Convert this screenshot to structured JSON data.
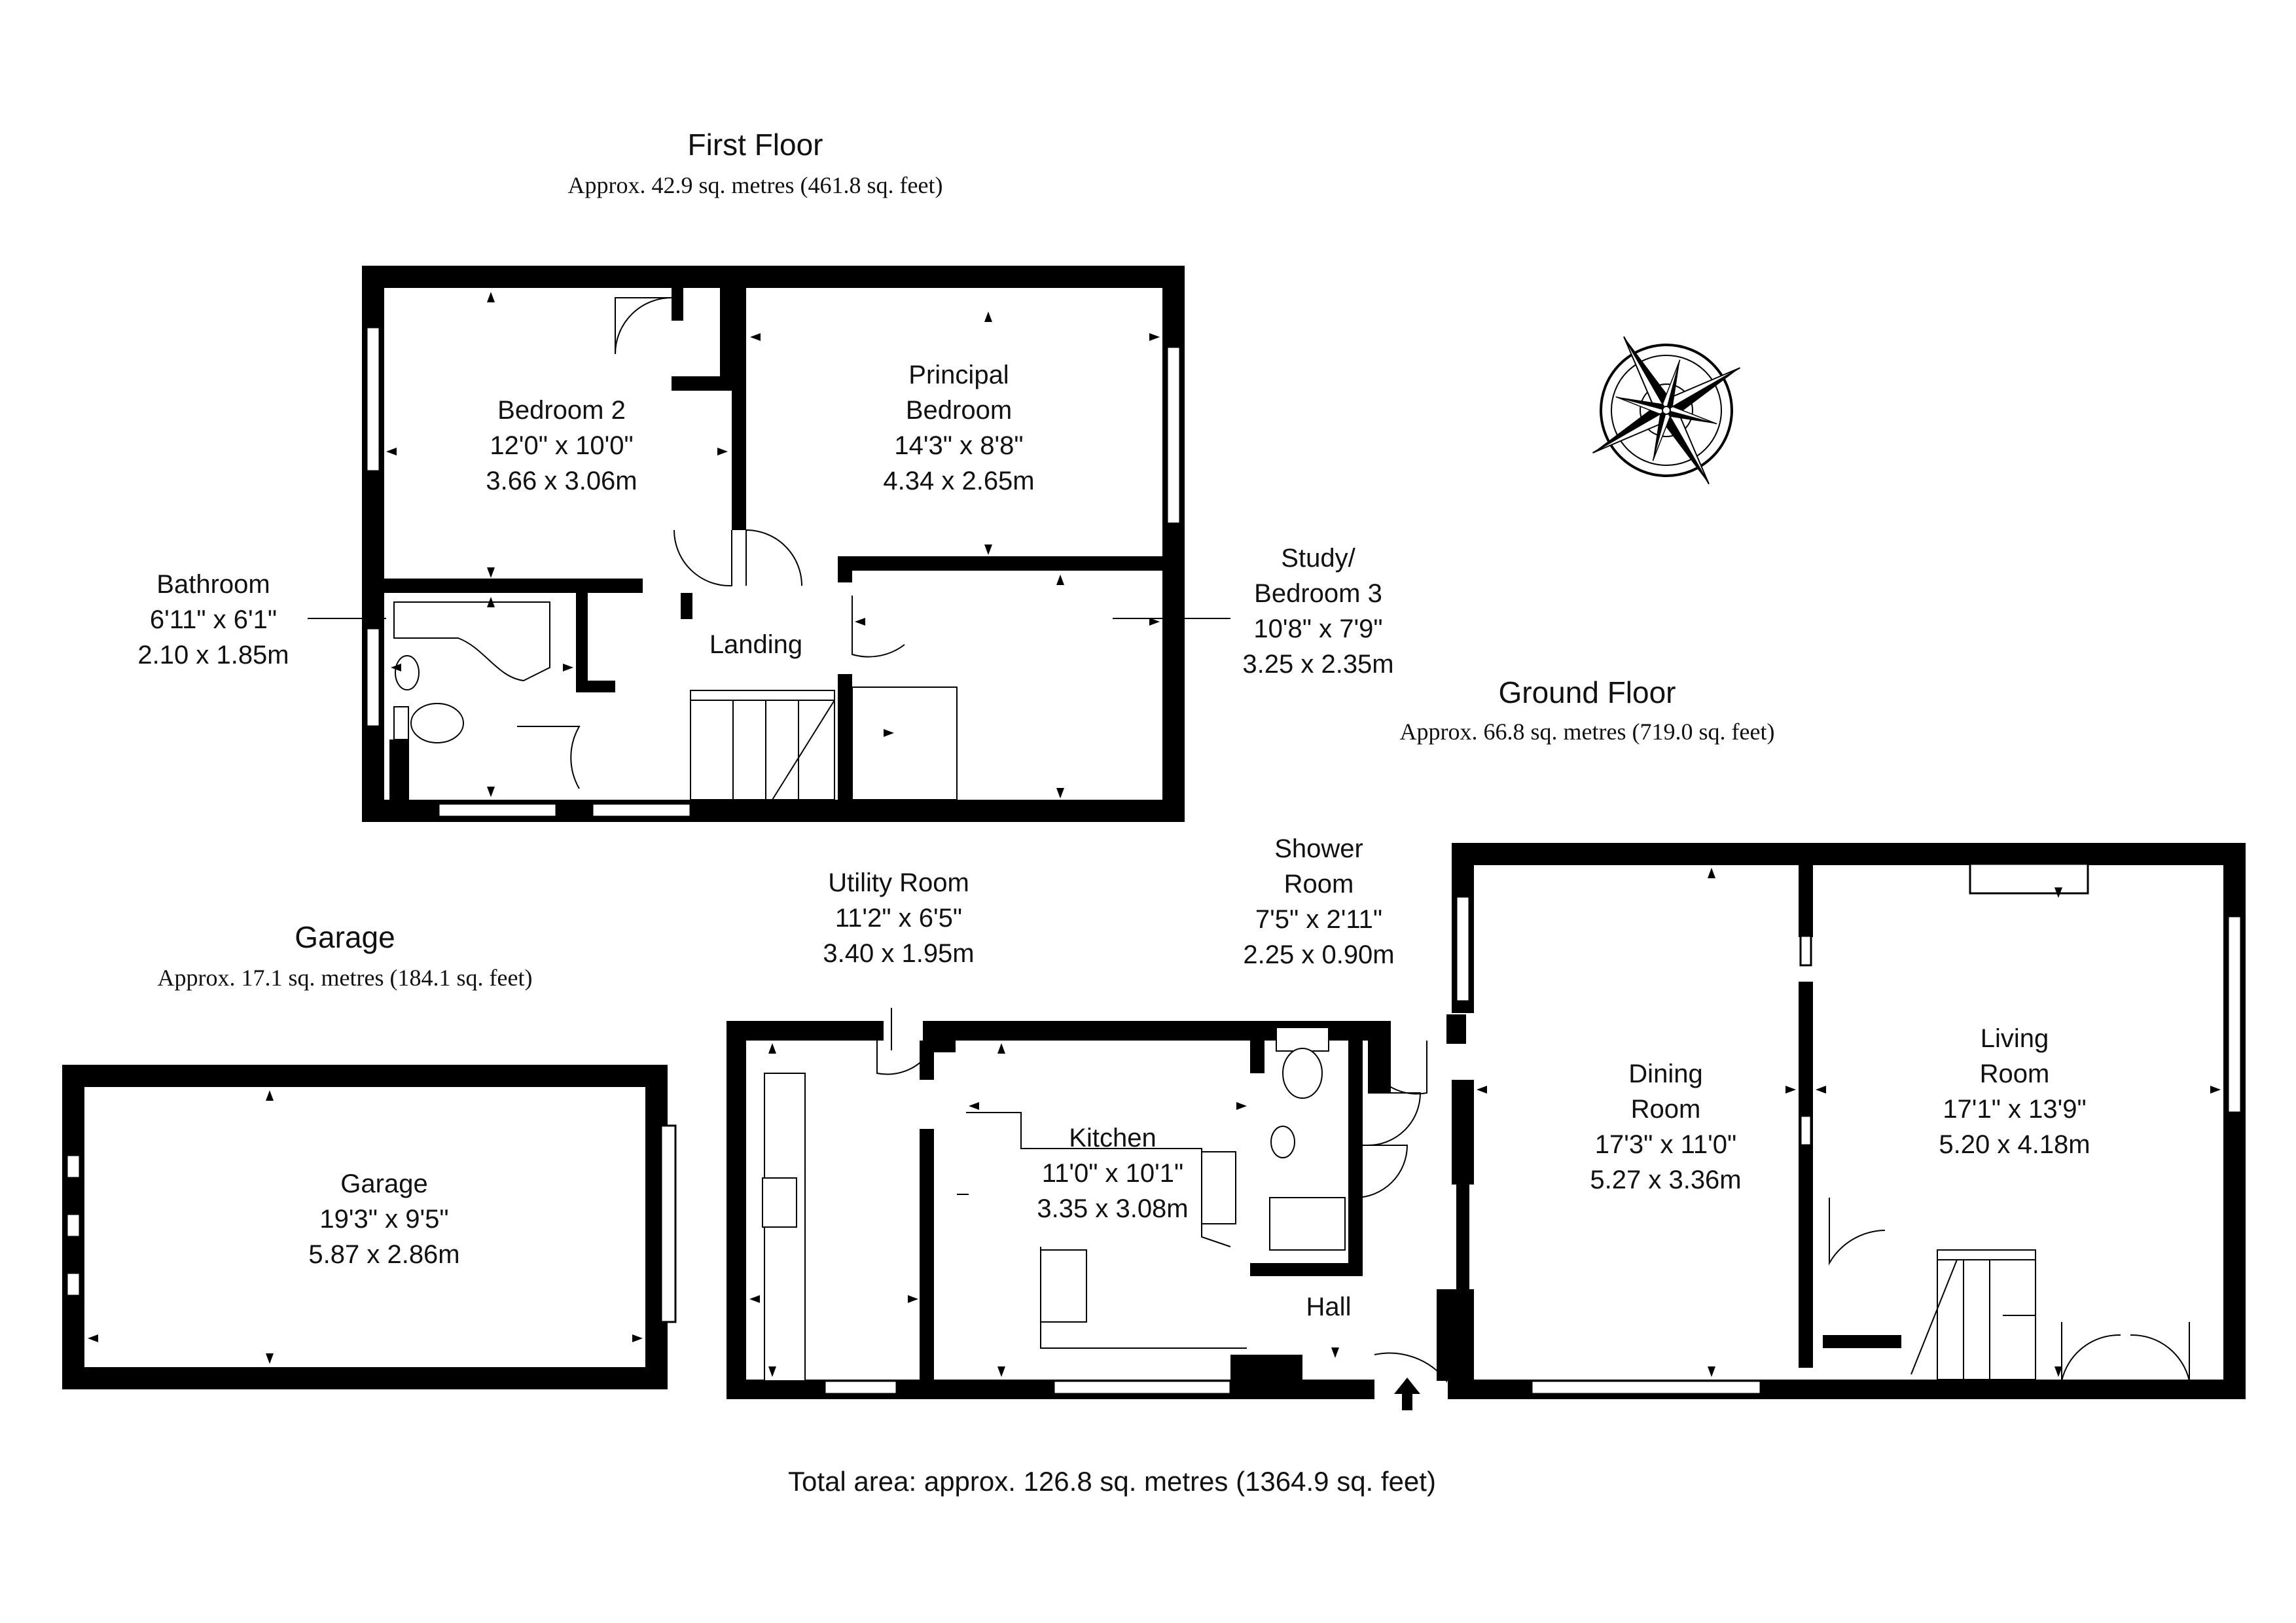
{
  "first_floor": {
    "title": "First Floor",
    "area": "Approx. 42.9 sq. metres (461.8 sq. feet)",
    "rooms": {
      "bedroom2": [
        "Bedroom 2",
        "12'0\" x 10'0\"",
        "3.66 x 3.06m"
      ],
      "principal": [
        "Principal",
        "Bedroom",
        "14'3\" x 8'8\"",
        "4.34 x 2.65m"
      ],
      "bathroom": [
        "Bathroom",
        "6'11\" x 6'1\"",
        "2.10 x 1.85m"
      ],
      "landing": [
        "Landing"
      ],
      "study": [
        "Study/",
        "Bedroom 3",
        "10'8\" x 7'9\"",
        "3.25 x 2.35m"
      ]
    }
  },
  "ground_floor": {
    "title": "Ground Floor",
    "area": "Approx. 66.8 sq. metres (719.0 sq. feet)",
    "rooms": {
      "utility": [
        "Utility Room",
        "11'2\" x 6'5\"",
        "3.40 x 1.95m"
      ],
      "shower": [
        "Shower",
        "Room",
        "7'5\" x 2'11\"",
        "2.25 x 0.90m"
      ],
      "kitchen": [
        "Kitchen",
        "11'0\" x 10'1\"",
        "3.35 x 3.08m"
      ],
      "dining": [
        "Dining",
        "Room",
        "17'3\" x 11'0\"",
        "5.27 x 3.36m"
      ],
      "living": [
        "Living",
        "Room",
        "17'1\" x 13'9\"",
        "5.20 x 4.18m"
      ],
      "hall": [
        "Hall"
      ]
    }
  },
  "garage": {
    "title": "Garage",
    "area": "Approx. 17.1 sq. metres (184.1 sq. feet)",
    "rooms": {
      "garage": [
        "Garage",
        "19'3\" x 9'5\"",
        "5.87 x 2.86m"
      ]
    }
  },
  "total_area": "Total area: approx. 126.8 sq. metres (1364.9 sq. feet)",
  "compass_icon": "compass-rose-icon",
  "colors": {
    "wall": "#000000",
    "background": "#ffffff"
  }
}
